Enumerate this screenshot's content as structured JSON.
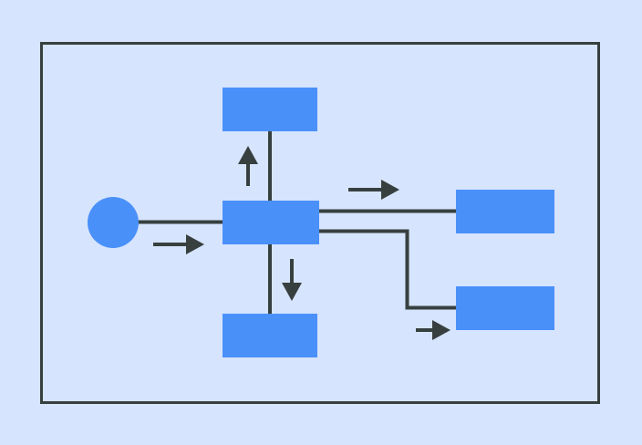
{
  "colors": {
    "background": "#d6e4fe",
    "frame": "#37403f",
    "node_fill": "#4a90f9",
    "connector": "#37403f",
    "arrow": "#37403f"
  },
  "nodes": [
    {
      "id": "start",
      "shape": "circle"
    },
    {
      "id": "hub",
      "shape": "rect"
    },
    {
      "id": "top",
      "shape": "rect"
    },
    {
      "id": "bottom",
      "shape": "rect"
    },
    {
      "id": "right-upper",
      "shape": "rect"
    },
    {
      "id": "right-lower",
      "shape": "rect"
    }
  ],
  "edges": [
    {
      "from": "start",
      "to": "hub",
      "direction": "right"
    },
    {
      "from": "hub",
      "to": "top",
      "direction": "up"
    },
    {
      "from": "hub",
      "to": "bottom",
      "direction": "down"
    },
    {
      "from": "hub",
      "to": "right-upper",
      "direction": "right"
    },
    {
      "from": "hub",
      "to": "right-lower",
      "direction": "right"
    }
  ]
}
